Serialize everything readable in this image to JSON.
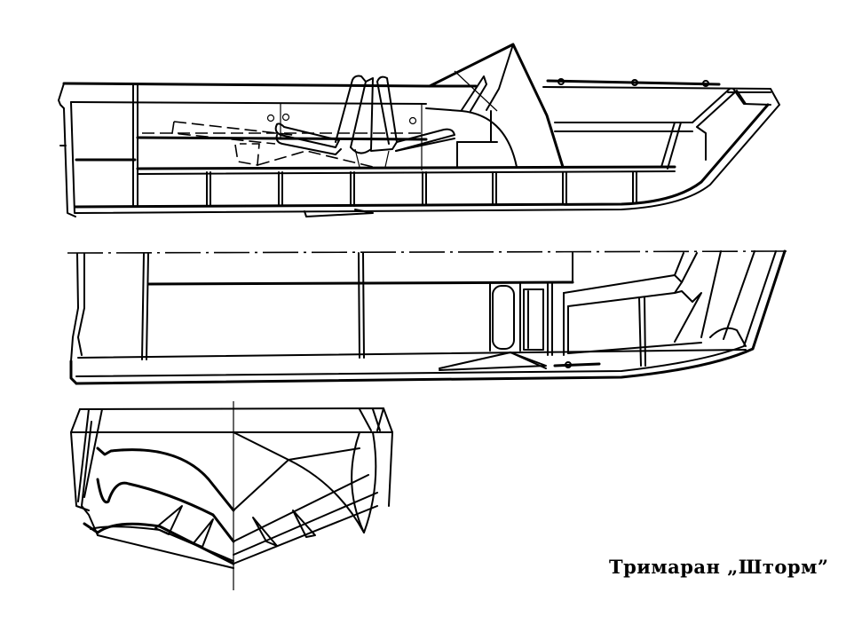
{
  "figure": {
    "caption": "Тримаран „Шторм”",
    "views": [
      {
        "name": "side-profile-view",
        "description": "Longitudinal section of trimaran hull with seating and windshield"
      },
      {
        "name": "plan-view",
        "description": "Top-down half plan of the hull"
      },
      {
        "name": "body-plan-view",
        "description": "Transverse sections (body plan) of the trimaran hull"
      }
    ],
    "colors": {
      "line": "#000000",
      "background": "#ffffff"
    }
  }
}
